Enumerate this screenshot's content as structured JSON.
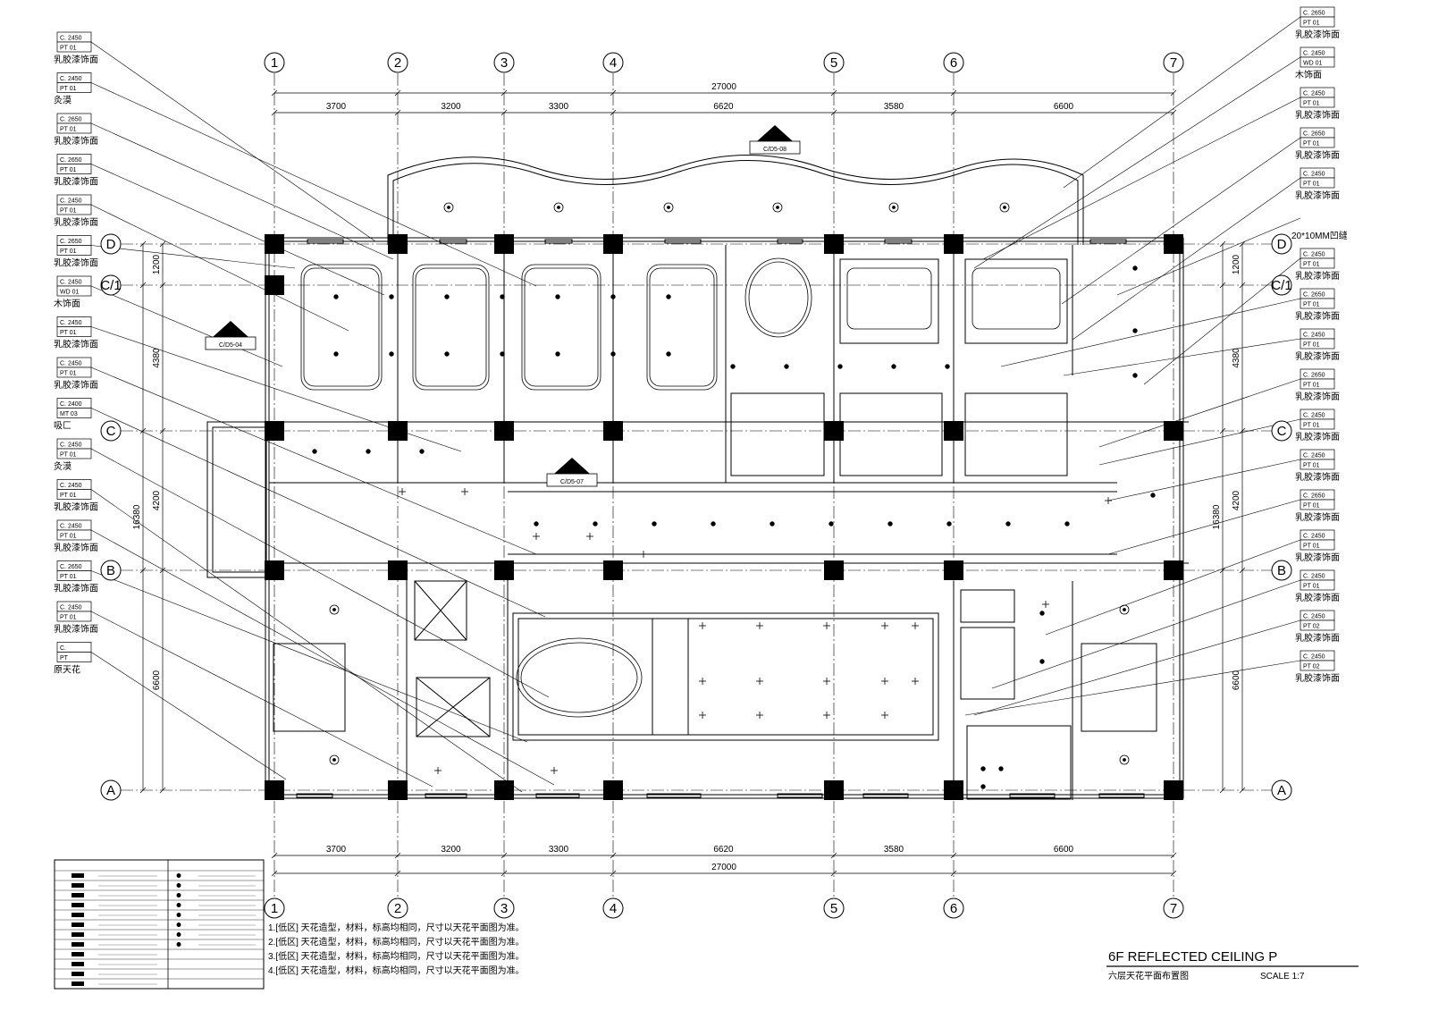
{
  "grid": {
    "columns": [
      "1",
      "2",
      "3",
      "4",
      "5",
      "6",
      "7"
    ],
    "rows": [
      "D",
      "C/1",
      "C",
      "B",
      "A"
    ]
  },
  "dimensions": {
    "total": "27000",
    "top_segments": [
      "3700",
      "3200",
      "3300",
      "6620",
      "3580",
      "6600"
    ],
    "bottom_segments": [
      "3700",
      "3200",
      "3300",
      "6620",
      "3580",
      "6600"
    ],
    "left_segments": [
      "1200",
      "4380",
      "4200",
      "6600"
    ],
    "left_total": "16380",
    "right_segments": [
      "1200",
      "4380",
      "4200",
      "6600"
    ],
    "right_total": "16380"
  },
  "section_markers": [
    "C/D5-04",
    "C/D5-08",
    "C/D5-07"
  ],
  "left_tags": [
    {
      "code": "C. 2450",
      "mat": "PT  01",
      "label": "乳胶漆饰面"
    },
    {
      "code": "C. 2450",
      "mat": "PT  01",
      "label": "灸漠"
    },
    {
      "code": "C. 2650",
      "mat": "PT  01",
      "label": "乳胶漆饰面"
    },
    {
      "code": "C. 2650",
      "mat": "PT  01",
      "label": "乳胶漆饰面"
    },
    {
      "code": "C. 2450",
      "mat": "PT  01",
      "label": "乳胶漆饰面"
    },
    {
      "code": "C. 2650",
      "mat": "PT  01",
      "label": "乳胶漆饰面"
    },
    {
      "code": "C. 2450",
      "mat": "WD  01",
      "label": "木饰面"
    },
    {
      "code": "C. 2450",
      "mat": "PT  01",
      "label": "乳胶漆饰面"
    },
    {
      "code": "C. 2450",
      "mat": "PT  01",
      "label": "乳胶漆饰面"
    },
    {
      "code": "C. 2400",
      "mat": "MT  03",
      "label": "吸匚"
    },
    {
      "code": "C. 2450",
      "mat": "PT  01",
      "label": "灸漠"
    },
    {
      "code": "C. 2450",
      "mat": "PT  01",
      "label": "乳胶漆饰面"
    },
    {
      "code": "C. 2450",
      "mat": "PT  01",
      "label": "乳胶漆饰面"
    },
    {
      "code": "C. 2650",
      "mat": "PT  01",
      "label": "乳胶漆饰面"
    },
    {
      "code": "C. 2450",
      "mat": "PT  01",
      "label": "乳胶漆饰面"
    },
    {
      "code": "C.",
      "mat": "PT",
      "label": "原天花"
    }
  ],
  "right_tags": [
    {
      "code": "C. 2650",
      "mat": "PT  01",
      "label": "乳胶漆饰面"
    },
    {
      "code": "C. 2450",
      "mat": "WD  01",
      "label": "木饰面"
    },
    {
      "code": "C. 2450",
      "mat": "PT  01",
      "label": "乳胶漆饰面"
    },
    {
      "code": "C. 2650",
      "mat": "PT  01",
      "label": "乳胶漆饰面"
    },
    {
      "code": "C. 2450",
      "mat": "PT  01",
      "label": "乳胶漆饰面"
    },
    {
      "code": "",
      "mat": "",
      "label": "20*10MM凹缝"
    },
    {
      "code": "C. 2450",
      "mat": "PT  01",
      "label": "乳胶漆饰面"
    },
    {
      "code": "C. 2650",
      "mat": "PT  01",
      "label": "乳胶漆饰面"
    },
    {
      "code": "C. 2450",
      "mat": "PT  01",
      "label": "乳胶漆饰面"
    },
    {
      "code": "C. 2650",
      "mat": "PT  01",
      "label": "乳胶漆饰面"
    },
    {
      "code": "C. 2450",
      "mat": "PT  01",
      "label": "乳胶漆饰面"
    },
    {
      "code": "C. 2450",
      "mat": "PT  01",
      "label": "乳胶漆饰面"
    },
    {
      "code": "C. 2650",
      "mat": "PT  01",
      "label": "乳胶漆饰面"
    },
    {
      "code": "C. 2450",
      "mat": "PT  01",
      "label": "乳胶漆饰面"
    },
    {
      "code": "C. 2450",
      "mat": "PT  01",
      "label": "乳胶漆饰面"
    },
    {
      "code": "C. 2450",
      "mat": "PT  02",
      "label": "乳胶漆饰面"
    },
    {
      "code": "C. 2450",
      "mat": "PT  02",
      "label": "乳胶漆饰面"
    }
  ],
  "notes": [
    "1.[低区] 天花造型，材料，标高均相同，尺寸以天花平面图为准。",
    "2.[低区] 天花造型，材料，标高均相同，尺寸以天花平面图为准。",
    "3.[低区] 天花造型，材料，标高均相同，尺寸以天花平面图为准。",
    "4.[低区] 天花造型，材料，标高均相同，尺寸以天花平面图为准。"
  ],
  "title": {
    "en": "6F REFLECTED   CEILING   P",
    "cn": "六层天花平面布置图",
    "scale": "SCALE  1:7"
  }
}
